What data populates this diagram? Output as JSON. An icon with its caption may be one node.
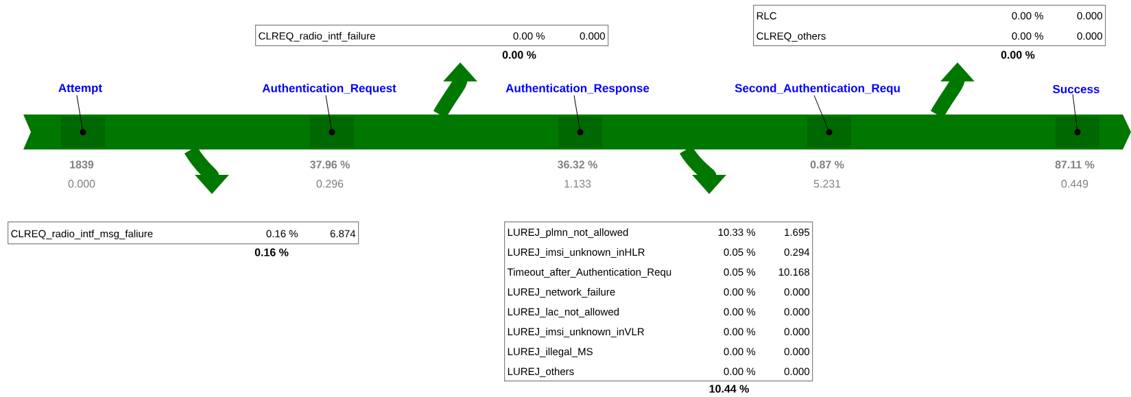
{
  "diagram": {
    "nodes": [
      {
        "text": [],
        "shape": "bar"
      },
      {
        "text": [],
        "shape": "circle",
        "in": 0
      },
      {
        "text": [],
        "shape": "circle",
        "in": 0
      },
      {
        "text": [],
        "shape": "circle",
        "in": 0
      },
      {
        "text": [],
        "shape": "circle",
        "in": 0
      },
      {
        "text": [],
        "shape": "circle",
        "in": 0
      },
      {
        "text": [
          "Attempt"
        ],
        "beside": [
          "1839",
          "0.000"
        ]
      },
      {
        "text": [
          "Authentication_Request"
        ],
        "beside": [
          "37.96 %",
          "0.296"
        ]
      },
      {
        "text": [
          "Authentication_Response"
        ],
        "beside": [
          "36.32 %",
          "1.133"
        ]
      },
      {
        "text": [
          "Second_Authentication_Requ"
        ],
        "beside": [
          "0.87 %",
          "5.231"
        ]
      },
      {
        "text": [
          "Success"
        ],
        "beside": [
          "87.11 %",
          "0.449"
        ]
      },
      {
        "text": [
          "CLREQ_radio_intf_failure",
          "0.00 %",
          "0.000"
        ],
        "beside": [
          "0.00 %"
        ]
      },
      {
        "text": [
          "RLC",
          "0.00 %",
          "0.000",
          "CLREQ_others",
          "0.00 %",
          "0.000"
        ],
        "beside": [
          "0.00 %"
        ]
      },
      {
        "text": [
          "CLREQ_radio_intf_msg_faliure",
          "0.16 %",
          "6.874"
        ],
        "beside": [
          "0.16 %"
        ]
      },
      {
        "text": [
          "LUREJ_plmn_not_allowed",
          "10.33 %",
          "1.695",
          "LUREJ_imsi_unknown_inHLR",
          "0.05 %",
          "0.294",
          "Timeout_after_Authentication_Requ",
          "0.05 %",
          "10.168",
          "LUREJ_network_failure",
          "0.00 %",
          "0.000",
          "LUREJ_lac_not_allowed",
          "0.00 %",
          "0.000",
          "LUREJ_imsi_unknown_inVLR",
          "0.00 %",
          "0.000",
          "LUREJ_illegal_MS",
          "0.00 %",
          "0.000",
          "LUREJ_others",
          "0.00 %",
          "0.000"
        ],
        "beside": [
          "10.44 %"
        ]
      }
    ],
    "edges": [
      {
        "from": 6,
        "to": 1,
        "arrow": "none"
      },
      {
        "from": 7,
        "to": 2,
        "arrow": "none"
      },
      {
        "from": 8,
        "to": 3,
        "arrow": "none"
      },
      {
        "from": 9,
        "to": 4,
        "arrow": "none"
      },
      {
        "from": 10,
        "to": 5,
        "arrow": "none"
      },
      {
        "from": 0,
        "to": 13,
        "arrow": "to",
        "style": "thick",
        "color": "#007800"
      },
      {
        "from": 0,
        "to": 11,
        "arrow": "to",
        "style": "thick",
        "color": "#007800"
      },
      {
        "from": 0,
        "to": 14,
        "arrow": "to",
        "style": "thick",
        "color": "#007800"
      },
      {
        "from": 0,
        "to": 12,
        "arrow": "to",
        "style": "thick",
        "color": "#007800"
      }
    ]
  }
}
